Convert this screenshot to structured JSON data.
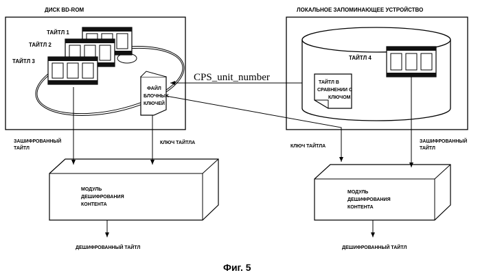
{
  "bdrom": {
    "title": "ДИСК BD-ROM",
    "titles": [
      "ТАЙТЛ 1",
      "ТАЙТЛ 2",
      "ТАЙТЛ 3"
    ],
    "keyfile": [
      "ФАЙЛ",
      "БЛОЧНЫХ",
      "КЛЮЧЕЙ"
    ]
  },
  "local": {
    "title": "ЛОКАЛЬНОЕ ЗАПОМИНАЮЩЕЕ УСТРОЙСТВО",
    "title4": "ТАЙТЛ 4",
    "compared": [
      "ТАЙТЛ В",
      "СРАВНЕНИИ С",
      "КЛЮЧОМ"
    ]
  },
  "cps_label": "CPS_unit_number",
  "left_module": {
    "in_encrypted": [
      "ЗАШИФРОВАННЫЙ",
      "ТАЙТЛ"
    ],
    "in_key": "КЛЮЧ ТАЙТЛА",
    "name": [
      "МОДУЛЬ",
      "ДЕШИФРОВАНИЯ",
      "КОНТЕНТА"
    ],
    "output": "ДЕШИФРОВАННЫЙ ТАЙТЛ"
  },
  "right_module": {
    "in_key": "КЛЮЧ ТАЙТЛА",
    "in_encrypted": [
      "ЗАШИФРОВАННЫЙ",
      "ТАЙТЛ"
    ],
    "name": [
      "МОДУЛЬ",
      "ДЕШИФРОВАНИЯ",
      "КОНТЕНТА"
    ],
    "output": "ДЕШИФРОВАННЫЙ ТАЙТЛ"
  },
  "caption": "Фиг. 5"
}
